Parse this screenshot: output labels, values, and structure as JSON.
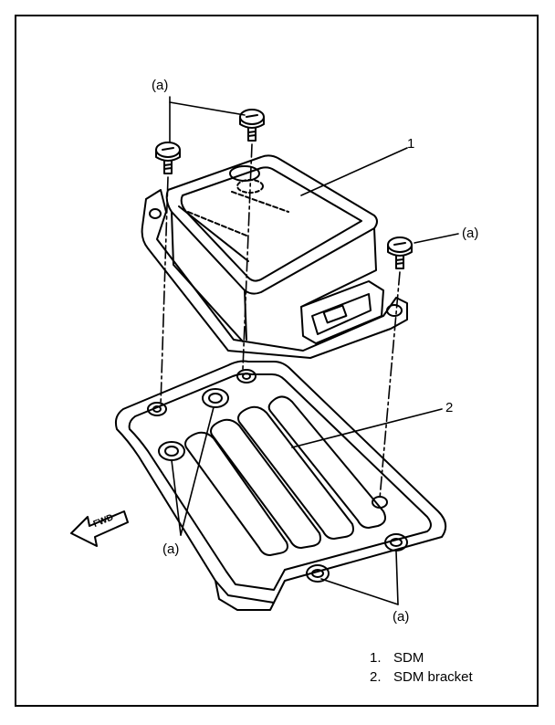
{
  "callouts": {
    "fastener": "(a)",
    "part1": "1",
    "part2": "2"
  },
  "fwd_label": "FWD",
  "legend": [
    {
      "num": "1.",
      "text": "SDM"
    },
    {
      "num": "2.",
      "text": "SDM bracket"
    }
  ],
  "colors": {
    "ink": "#000000",
    "paper": "#ffffff"
  }
}
